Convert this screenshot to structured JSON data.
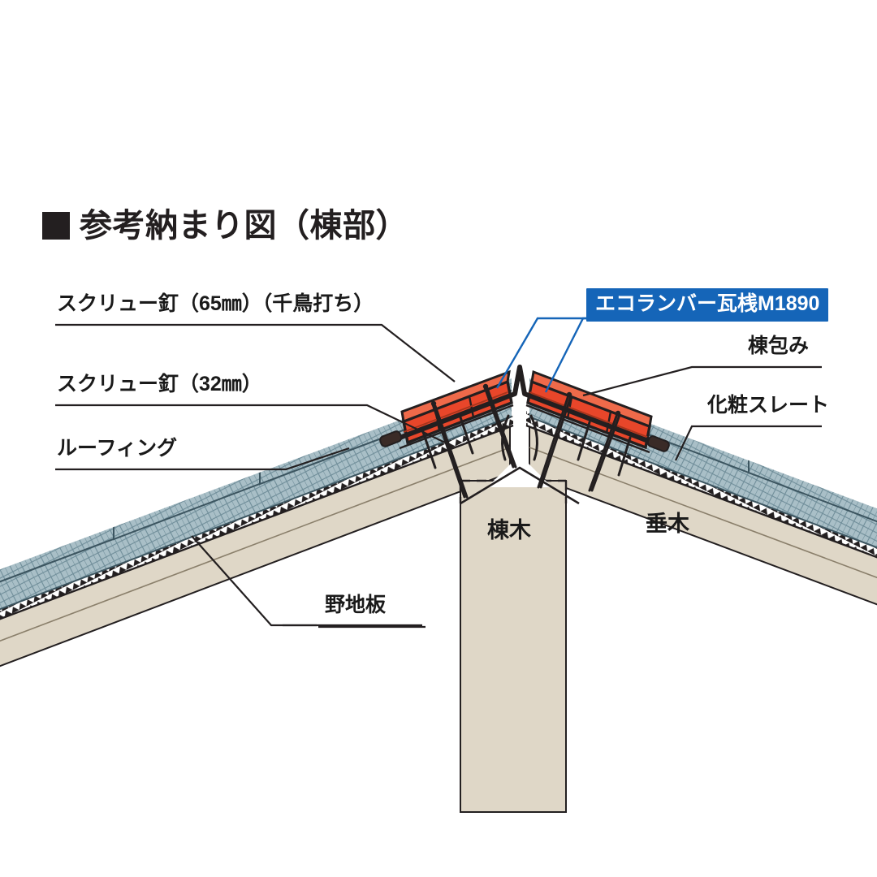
{
  "title": {
    "bullet": "■",
    "text": "参考納まり図（棟部）"
  },
  "callouts": {
    "left": [
      {
        "name": "screw-nail-65",
        "text": "スクリュー釘（65㎜）（千鳥打ち）"
      },
      {
        "name": "screw-nail-32",
        "text": "スクリュー釘（32㎜）"
      },
      {
        "name": "roofing",
        "text": "ルーフィング"
      },
      {
        "name": "sheathing",
        "text": "野地板"
      }
    ],
    "right": [
      {
        "name": "ridge-cap",
        "text": "棟包み"
      },
      {
        "name": "decorative-slate",
        "text": "化粧スレート"
      }
    ],
    "highlight": {
      "name": "eco-lumber-batten",
      "text": "エコランバー瓦桟M1890",
      "background": "#1565b8",
      "color": "#ffffff"
    },
    "inner": [
      {
        "name": "ridge-beam",
        "text": "棟木"
      },
      {
        "name": "rafter",
        "text": "垂木"
      }
    ]
  },
  "palette": {
    "ink": "#231f20",
    "batten_red": "#e8462a",
    "batten_red_dark": "#cf3a21",
    "timber_beige": "#dfd7c7",
    "timber_beige_dark": "#cdc3ae",
    "slate_blue": "#a9bfc7",
    "slate_blue_dark": "#8aa6b0",
    "accent_blue": "#1565b8",
    "white": "#ffffff"
  }
}
